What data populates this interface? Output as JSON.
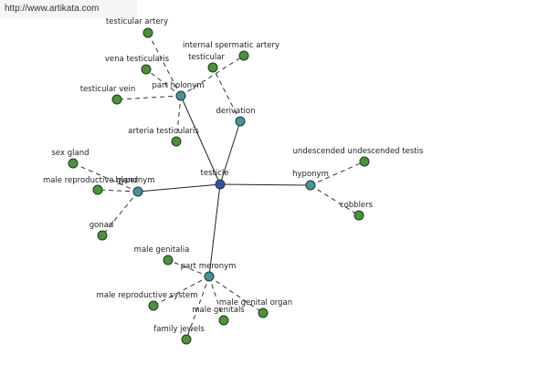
{
  "watermark": "http://www.artikata.com",
  "colors": {
    "center": "#3f4fa8",
    "relation": "#4a90a0",
    "term": "#4f8f3f"
  },
  "graph": {
    "center": {
      "label": "testicle"
    },
    "relations": [
      {
        "id": "part-holonym",
        "label": "part holonym"
      },
      {
        "id": "derivation",
        "label": "derivation"
      },
      {
        "id": "hypernym",
        "label": "hypernym"
      },
      {
        "id": "hyponym",
        "label": "hyponym"
      },
      {
        "id": "part-meronym",
        "label": "part meronym"
      }
    ],
    "terms": [
      {
        "label": "testicular artery",
        "relation": "part-holonym"
      },
      {
        "label": "vena testicularis",
        "relation": "part-holonym"
      },
      {
        "label": "testicular vein",
        "relation": "part-holonym"
      },
      {
        "label": "arteria testicularis",
        "relation": "part-holonym"
      },
      {
        "label": "internal spermatic artery",
        "relation": "part-holonym"
      },
      {
        "label": "testicular",
        "relation": "derivation"
      },
      {
        "label": "sex gland",
        "relation": "hypernym"
      },
      {
        "label": "male reproductive gland",
        "relation": "hypernym"
      },
      {
        "label": "gonad",
        "relation": "hypernym"
      },
      {
        "label": "undescended undescended testis",
        "relation": "hyponym"
      },
      {
        "label": "cobblers",
        "relation": "hyponym"
      },
      {
        "label": "male genitalia",
        "relation": "part-meronym"
      },
      {
        "label": "male reproductive system",
        "relation": "part-meronym"
      },
      {
        "label": "male genitals",
        "relation": "part-meronym"
      },
      {
        "label": "male genital organ",
        "relation": "part-meronym"
      },
      {
        "label": "family jewels",
        "relation": "part-meronym"
      }
    ]
  }
}
